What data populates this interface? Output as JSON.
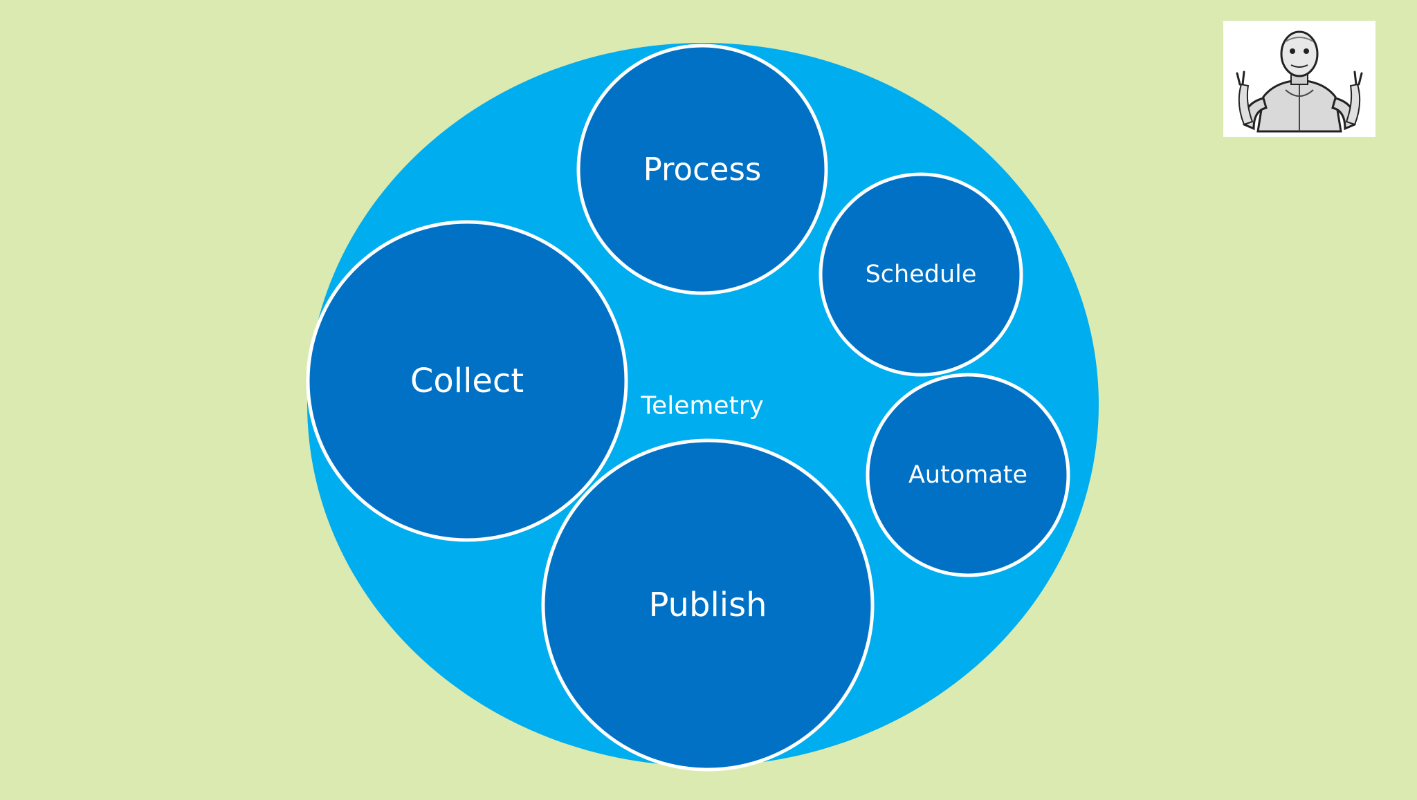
{
  "diagram": {
    "outer_label": "Telemetry",
    "circles": [
      {
        "id": "process",
        "label": "Process"
      },
      {
        "id": "schedule",
        "label": "Schedule"
      },
      {
        "id": "collect",
        "label": "Collect"
      },
      {
        "id": "automate",
        "label": "Automate"
      },
      {
        "id": "publish",
        "label": "Publish"
      }
    ]
  },
  "colors": {
    "background": "#dbeab1",
    "outer_circle": "#00adee",
    "inner_circle": "#0071c5",
    "inner_stroke": "#ffffff",
    "text": "#ffffff"
  },
  "decoration": {
    "corner_image": "cartoon-man-figure"
  }
}
